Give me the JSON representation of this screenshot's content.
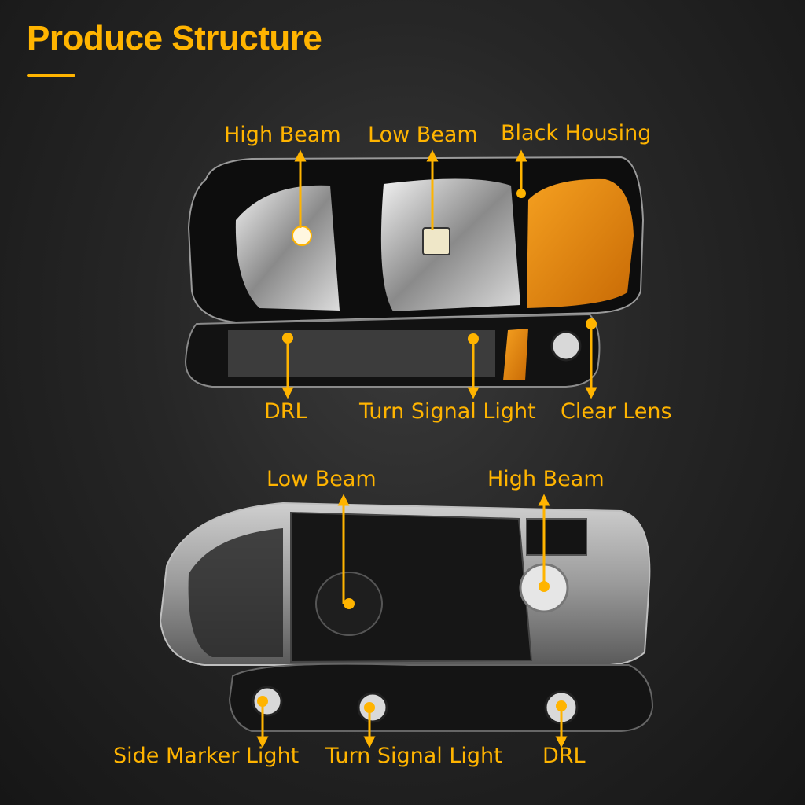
{
  "title": "Produce Structure",
  "colors": {
    "accent": "#ffb400",
    "amber_lens": "#e8850a",
    "housing": "#0e0e0e",
    "chrome": "#cfcfcf"
  },
  "front_view": {
    "labels": {
      "high_beam": "High Beam",
      "low_beam": "Low Beam",
      "black_housing": "Black Housing",
      "drl": "DRL",
      "turn_signal": "Turn Signal Light",
      "clear_lens": "Clear Lens"
    }
  },
  "rear_view": {
    "labels": {
      "low_beam": "Low Beam",
      "high_beam": "High Beam",
      "side_marker": "Side Marker Light",
      "turn_signal": "Turn Signal Light",
      "drl": "DRL"
    }
  }
}
